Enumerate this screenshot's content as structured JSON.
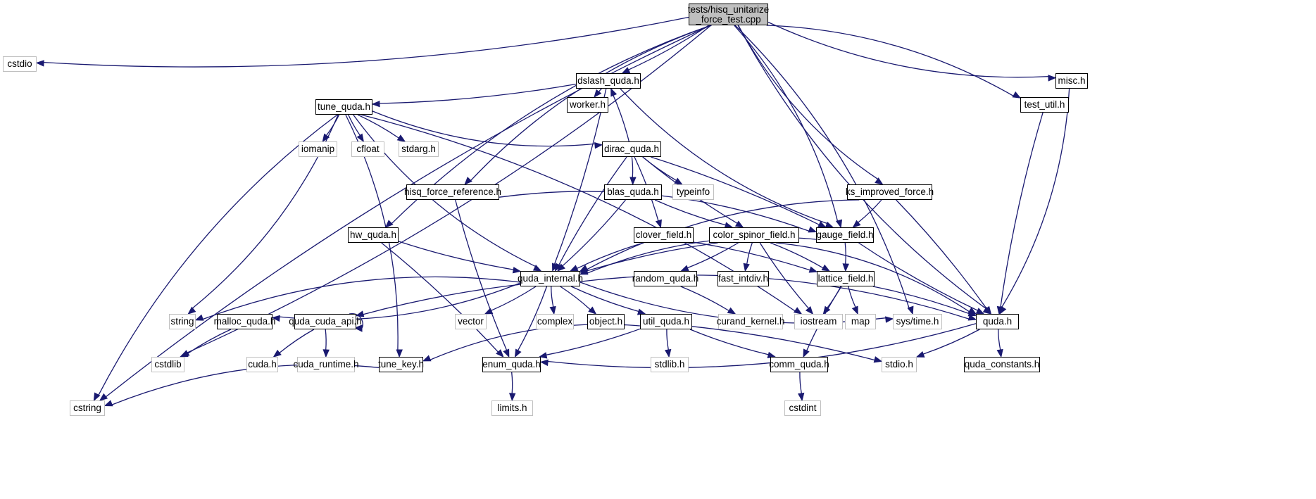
{
  "diagram": {
    "title": "tests/hisq_unitarize_force_test.cpp include dependency graph",
    "edge_color": "#191970",
    "root_fill": "#bfbfbf",
    "external_border": "#bfbfbf",
    "nodes": [
      {
        "id": "root",
        "label": "tests/hisq_unitarize\n_force_test.cpp",
        "kind": "root"
      },
      {
        "id": "cstdio",
        "label": "cstdio",
        "kind": "ext"
      },
      {
        "id": "dslash_quda",
        "label": "dslash_quda.h",
        "kind": "proj"
      },
      {
        "id": "misc",
        "label": "misc.h",
        "kind": "proj"
      },
      {
        "id": "worker",
        "label": "worker.h",
        "kind": "proj"
      },
      {
        "id": "tune_quda",
        "label": "tune_quda.h",
        "kind": "proj"
      },
      {
        "id": "test_util",
        "label": "test_util.h",
        "kind": "proj"
      },
      {
        "id": "iomanip",
        "label": "iomanip",
        "kind": "ext"
      },
      {
        "id": "cfloat",
        "label": "cfloat",
        "kind": "ext"
      },
      {
        "id": "stdarg",
        "label": "stdarg.h",
        "kind": "ext"
      },
      {
        "id": "dirac_quda",
        "label": "dirac_quda.h",
        "kind": "proj"
      },
      {
        "id": "hisq_force_reference",
        "label": "hisq_force_reference.h",
        "kind": "proj"
      },
      {
        "id": "blas_quda",
        "label": "blas_quda.h",
        "kind": "proj"
      },
      {
        "id": "typeinfo",
        "label": "typeinfo",
        "kind": "ext"
      },
      {
        "id": "ks_improved_force",
        "label": "ks_improved_force.h",
        "kind": "proj"
      },
      {
        "id": "hw_quda",
        "label": "hw_quda.h",
        "kind": "proj"
      },
      {
        "id": "clover_field",
        "label": "clover_field.h",
        "kind": "proj"
      },
      {
        "id": "color_spinor_field",
        "label": "color_spinor_field.h",
        "kind": "proj"
      },
      {
        "id": "gauge_field",
        "label": "gauge_field.h",
        "kind": "proj"
      },
      {
        "id": "quda_internal",
        "label": "quda_internal.h",
        "kind": "proj"
      },
      {
        "id": "random_quda",
        "label": "random_quda.h",
        "kind": "proj"
      },
      {
        "id": "fast_intdiv",
        "label": "fast_intdiv.h",
        "kind": "proj"
      },
      {
        "id": "lattice_field",
        "label": "lattice_field.h",
        "kind": "proj"
      },
      {
        "id": "string",
        "label": "string",
        "kind": "ext"
      },
      {
        "id": "malloc_quda",
        "label": "malloc_quda.h",
        "kind": "proj"
      },
      {
        "id": "quda_cuda_api",
        "label": "quda_cuda_api.h",
        "kind": "proj"
      },
      {
        "id": "vector",
        "label": "vector",
        "kind": "ext"
      },
      {
        "id": "complex",
        "label": "complex",
        "kind": "ext"
      },
      {
        "id": "object",
        "label": "object.h",
        "kind": "proj"
      },
      {
        "id": "util_quda",
        "label": "util_quda.h",
        "kind": "proj"
      },
      {
        "id": "curand_kernel",
        "label": "curand_kernel.h",
        "kind": "ext"
      },
      {
        "id": "iostream",
        "label": "iostream",
        "kind": "ext"
      },
      {
        "id": "map",
        "label": "map",
        "kind": "ext"
      },
      {
        "id": "sys_time",
        "label": "sys/time.h",
        "kind": "ext"
      },
      {
        "id": "quda",
        "label": "quda.h",
        "kind": "proj"
      },
      {
        "id": "cstdlib",
        "label": "cstdlib",
        "kind": "ext"
      },
      {
        "id": "cuda",
        "label": "cuda.h",
        "kind": "ext"
      },
      {
        "id": "cuda_runtime",
        "label": "cuda_runtime.h",
        "kind": "ext"
      },
      {
        "id": "tune_key",
        "label": "tune_key.h",
        "kind": "proj"
      },
      {
        "id": "enum_quda",
        "label": "enum_quda.h",
        "kind": "proj"
      },
      {
        "id": "stdlib",
        "label": "stdlib.h",
        "kind": "ext"
      },
      {
        "id": "comm_quda",
        "label": "comm_quda.h",
        "kind": "proj"
      },
      {
        "id": "stdio",
        "label": "stdio.h",
        "kind": "ext"
      },
      {
        "id": "quda_constants",
        "label": "quda_constants.h",
        "kind": "proj"
      },
      {
        "id": "cstring",
        "label": "cstring",
        "kind": "ext"
      },
      {
        "id": "limits",
        "label": "limits.h",
        "kind": "ext"
      },
      {
        "id": "cstdint",
        "label": "cstdint",
        "kind": "ext"
      }
    ],
    "edges": [
      [
        "root",
        "cstdio"
      ],
      [
        "root",
        "cstring"
      ],
      [
        "root",
        "cstdlib"
      ],
      [
        "root",
        "hw_quda"
      ],
      [
        "root",
        "dslash_quda"
      ],
      [
        "root",
        "hisq_force_reference"
      ],
      [
        "root",
        "gauge_field"
      ],
      [
        "root",
        "ks_improved_force"
      ],
      [
        "root",
        "sys_time"
      ],
      [
        "root",
        "quda"
      ],
      [
        "root",
        "test_util"
      ],
      [
        "root",
        "misc"
      ],
      [
        "dslash_quda",
        "tune_quda"
      ],
      [
        "dslash_quda",
        "worker"
      ],
      [
        "dslash_quda",
        "quda_internal"
      ],
      [
        "dslash_quda",
        "gauge_field"
      ],
      [
        "tune_quda",
        "iomanip"
      ],
      [
        "tune_quda",
        "cfloat"
      ],
      [
        "tune_quda",
        "stdarg"
      ],
      [
        "tune_quda",
        "dirac_quda"
      ],
      [
        "tune_quda",
        "string"
      ],
      [
        "tune_quda",
        "cstring"
      ],
      [
        "tune_quda",
        "tune_key"
      ],
      [
        "tune_quda",
        "quda_internal"
      ],
      [
        "tune_quda",
        "iostream"
      ],
      [
        "dirac_quda",
        "dslash_quda"
      ],
      [
        "dirac_quda",
        "blas_quda"
      ],
      [
        "dirac_quda",
        "typeinfo"
      ],
      [
        "dirac_quda",
        "clover_field"
      ],
      [
        "dirac_quda",
        "color_spinor_field"
      ],
      [
        "dirac_quda",
        "gauge_field"
      ],
      [
        "dirac_quda",
        "quda_internal"
      ],
      [
        "hisq_force_reference",
        "gauge_field"
      ],
      [
        "hisq_force_reference",
        "enum_quda"
      ],
      [
        "blas_quda",
        "quda_internal"
      ],
      [
        "blas_quda",
        "color_spinor_field"
      ],
      [
        "ks_improved_force",
        "gauge_field"
      ],
      [
        "ks_improved_force",
        "quda_internal"
      ],
      [
        "ks_improved_force",
        "quda"
      ],
      [
        "hw_quda",
        "quda_internal"
      ],
      [
        "hw_quda",
        "enum_quda"
      ],
      [
        "clover_field",
        "quda_internal"
      ],
      [
        "clover_field",
        "lattice_field"
      ],
      [
        "color_spinor_field",
        "quda_internal"
      ],
      [
        "color_spinor_field",
        "random_quda"
      ],
      [
        "color_spinor_field",
        "fast_intdiv"
      ],
      [
        "color_spinor_field",
        "lattice_field"
      ],
      [
        "color_spinor_field",
        "iostream"
      ],
      [
        "color_spinor_field",
        "quda"
      ],
      [
        "gauge_field",
        "quda_internal"
      ],
      [
        "gauge_field",
        "lattice_field"
      ],
      [
        "gauge_field",
        "quda"
      ],
      [
        "lattice_field",
        "iostream"
      ],
      [
        "lattice_field",
        "map"
      ],
      [
        "lattice_field",
        "quda"
      ],
      [
        "lattice_field",
        "comm_quda"
      ],
      [
        "random_quda",
        "curand_kernel"
      ],
      [
        "quda_internal",
        "string"
      ],
      [
        "quda_internal",
        "malloc_quda"
      ],
      [
        "quda_internal",
        "quda_cuda_api"
      ],
      [
        "quda_internal",
        "vector"
      ],
      [
        "quda_internal",
        "complex"
      ],
      [
        "quda_internal",
        "object"
      ],
      [
        "quda_internal",
        "util_quda"
      ],
      [
        "quda_internal",
        "enum_quda"
      ],
      [
        "quda_internal",
        "sys_time"
      ],
      [
        "quda_internal",
        "quda"
      ],
      [
        "malloc_quda",
        "cstdlib"
      ],
      [
        "quda_cuda_api",
        "quda_cuda_api"
      ],
      [
        "quda_cuda_api",
        "cuda"
      ],
      [
        "quda_cuda_api",
        "cuda_runtime"
      ],
      [
        "util_quda",
        "stdlib"
      ],
      [
        "util_quda",
        "enum_quda"
      ],
      [
        "util_quda",
        "comm_quda"
      ],
      [
        "util_quda",
        "stdio"
      ],
      [
        "util_quda",
        "tune_key"
      ],
      [
        "quda",
        "enum_quda"
      ],
      [
        "quda",
        "quda_constants"
      ],
      [
        "quda",
        "stdio"
      ],
      [
        "test_util",
        "quda"
      ],
      [
        "misc",
        "quda"
      ],
      [
        "tune_key",
        "cstring"
      ],
      [
        "enum_quda",
        "limits"
      ],
      [
        "comm_quda",
        "cstdint"
      ]
    ]
  }
}
